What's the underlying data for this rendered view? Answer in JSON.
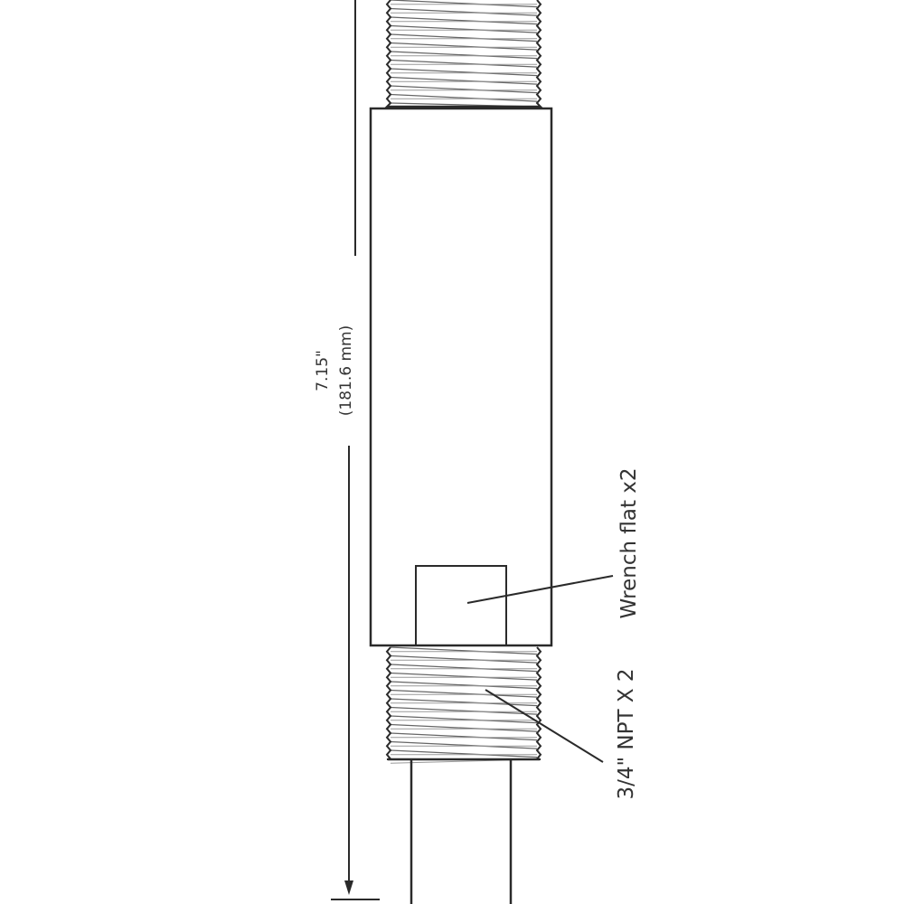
{
  "dimension": {
    "inches": "7.15\"",
    "mm": "(181.6 mm)"
  },
  "labels": {
    "wrench_flat": "Wrench flat x2",
    "thread": "3/4\" NPT X 2"
  },
  "colors": {
    "line": "#2a2a2a",
    "thread": "#666666",
    "text": "#333333"
  }
}
